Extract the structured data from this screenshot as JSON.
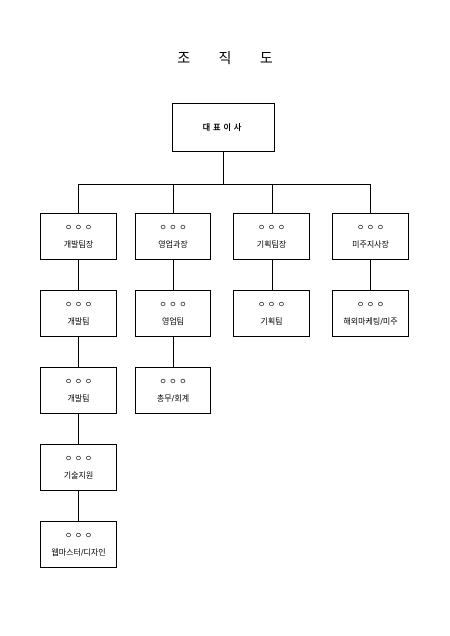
{
  "title": [
    "조",
    "직",
    "도"
  ],
  "ceo": "대표이사",
  "columns": [
    {
      "head": {
        "circles": "ㅇ ㅇ ㅇ",
        "label": "개발팀장"
      },
      "children": [
        {
          "circles": "ㅇ ㅇ ㅇ",
          "label": "개발팀"
        },
        {
          "circles": "ㅇ ㅇ ㅇ",
          "label": "개발팀"
        },
        {
          "circles": "ㅇ ㅇ ㅇ",
          "label": "기술지원"
        },
        {
          "circles": "ㅇ ㅇ ㅇ",
          "label": "웹마스터/디자인"
        }
      ]
    },
    {
      "head": {
        "circles": "ㅇ ㅇ ㅇ",
        "label": "영업과장"
      },
      "children": [
        {
          "circles": "ㅇ ㅇ ㅇ",
          "label": "영업팀"
        },
        {
          "circles": "ㅇ ㅇ ㅇ",
          "label": "총무/회계"
        }
      ]
    },
    {
      "head": {
        "circles": "ㅇ ㅇ ㅇ",
        "label": "기획팀장"
      },
      "children": [
        {
          "circles": "ㅇ ㅇ ㅇ",
          "label": "기획팀"
        }
      ]
    },
    {
      "head": {
        "circles": "ㅇ ㅇ ㅇ",
        "label": "미주지사장"
      },
      "children": [
        {
          "circles": "ㅇ ㅇ ㅇ",
          "label": "해외마케팅/미주"
        }
      ]
    }
  ]
}
